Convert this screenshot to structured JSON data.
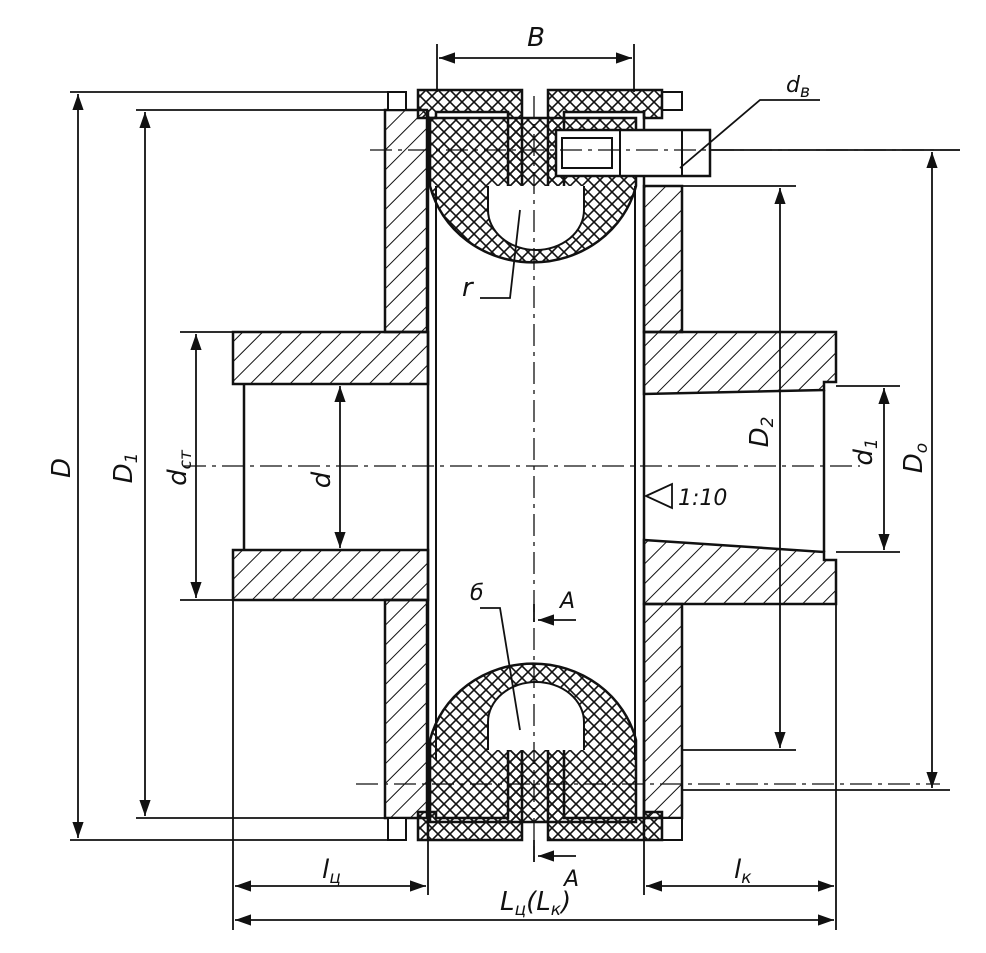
{
  "drawing": {
    "colors": {
      "ink": "#111111",
      "paper": "#ffffff"
    },
    "labels": {
      "b_width": {
        "main": "B"
      },
      "d_bolt": {
        "main": "d",
        "sub": "в"
      },
      "d_outer": {
        "main": "D"
      },
      "d_one_big": {
        "main": "D",
        "sub": "1"
      },
      "d_st": {
        "main": "d",
        "sub": "ст"
      },
      "d_bore": {
        "main": "d"
      },
      "d_two": {
        "main": "D",
        "sub": "2"
      },
      "d_one_small": {
        "main": "d",
        "sub": "1"
      },
      "d_zero": {
        "main": "D",
        "sub": "о"
      },
      "radius": {
        "main": "r"
      },
      "taper": {
        "main": "1:10"
      },
      "delta": {
        "main": "б"
      },
      "section_top": {
        "main": "A"
      },
      "section_bottom": {
        "main": "A"
      },
      "l_c": {
        "main": "l",
        "sub": "ц"
      },
      "l_k": {
        "main": "l",
        "sub": "к"
      },
      "l_total": {
        "main": "L",
        "sub": "ц",
        "tail": "(L",
        "sub2": "к",
        "tail2": ")"
      }
    }
  }
}
